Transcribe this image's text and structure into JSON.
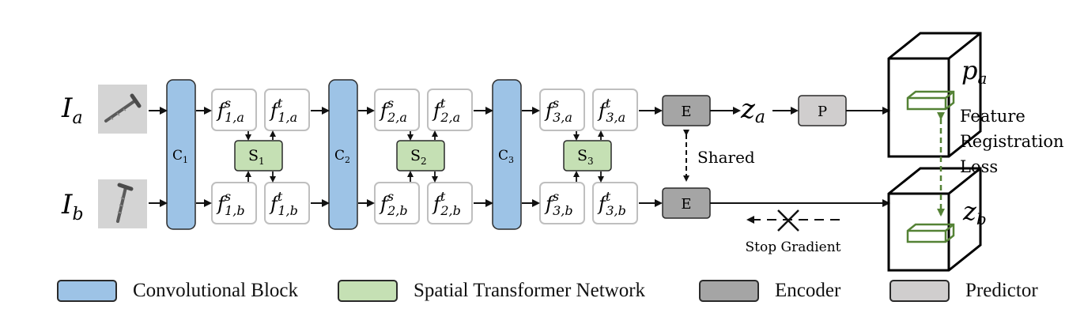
{
  "inputs": {
    "a_label": "I",
    "a_sub": "a",
    "b_label": "I",
    "b_sub": "b"
  },
  "blocks": {
    "conv": [
      {
        "main": "C",
        "sub": "1"
      },
      {
        "main": "C",
        "sub": "2"
      },
      {
        "main": "C",
        "sub": "3"
      }
    ],
    "stn": [
      {
        "main": "S",
        "sub": "1"
      },
      {
        "main": "S",
        "sub": "2"
      },
      {
        "main": "S",
        "sub": "3"
      }
    ],
    "encoder_label": "E",
    "predictor_label": "P"
  },
  "features": {
    "symbol": "f",
    "top": [
      {
        "sup": "s",
        "sub": "1,a"
      },
      {
        "sup": "t",
        "sub": "1,a"
      },
      {
        "sup": "s",
        "sub": "2,a"
      },
      {
        "sup": "t",
        "sub": "2,a"
      },
      {
        "sup": "s",
        "sub": "3,a"
      },
      {
        "sup": "t",
        "sub": "3,a"
      }
    ],
    "bottom": [
      {
        "sup": "s",
        "sub": "1,b"
      },
      {
        "sup": "t",
        "sub": "1,b"
      },
      {
        "sup": "s",
        "sub": "2,b"
      },
      {
        "sup": "t",
        "sub": "2,b"
      },
      {
        "sup": "s",
        "sub": "3,b"
      },
      {
        "sup": "t",
        "sub": "3,b"
      }
    ]
  },
  "latents": {
    "z_a_main": "z",
    "z_a_sub": "a",
    "z_b_main": "z",
    "z_b_sub": "b",
    "p_a_main": "p",
    "p_a_sub": "a"
  },
  "annotations": {
    "shared": "Shared",
    "loss_lines": [
      "Feature",
      "Registration",
      "Loss"
    ],
    "stop_gradient": "Stop Gradient"
  },
  "legend": [
    {
      "label": "Convolutional Block",
      "color": "#9dc3e6"
    },
    {
      "label": "Spatial Transformer Network",
      "color": "#c5e0b4"
    },
    {
      "label": "Encoder",
      "color": "#a5a5a5"
    },
    {
      "label": "Predictor",
      "color": "#d0cece"
    }
  ],
  "colors": {
    "conv": "#9dc3e6",
    "stn": "#c5e0b4",
    "encoder": "#a5a5a5",
    "predictor": "#d0cece",
    "feature_border": "#bfbfbf",
    "loss_green": "#548235"
  }
}
